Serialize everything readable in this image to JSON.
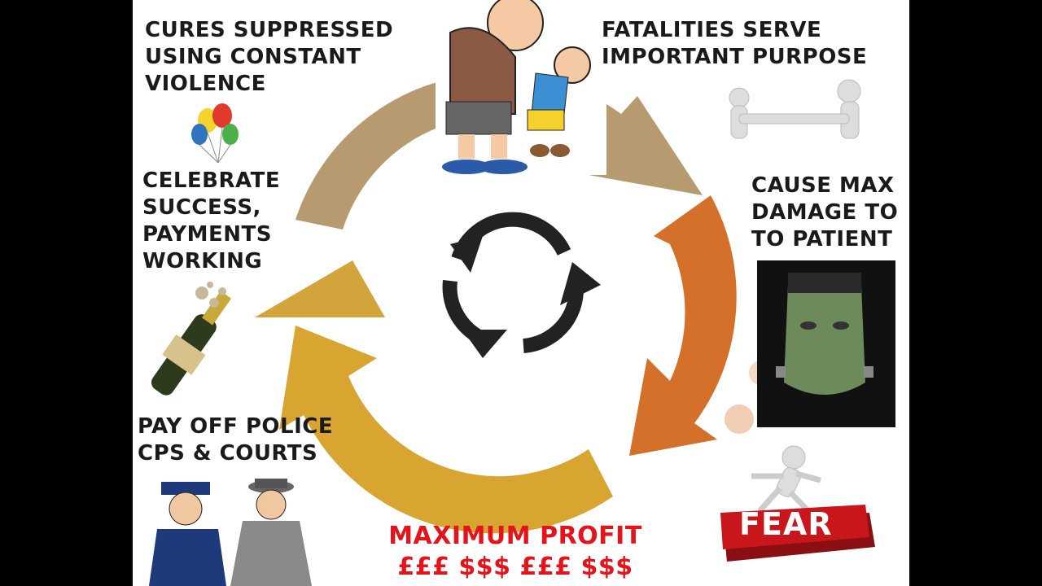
{
  "labels": {
    "cures": "CURES SUPPRESSED\nUSING CONSTANT\nVIOLENCE",
    "fatalities": "FATALITIES SERVE\nIMPORTANT PURPOSE",
    "damage": "CAUSE MAX\nDAMAGE TO\nTO PATIENT",
    "celebrate": "CELEBRATE\nSUCCESS,\nPAYMENTS\nWORKING",
    "payoff": "PAY OFF POLICE\nCPS & COURTS",
    "profit": "MAXIMUM PROFIT",
    "money": "£££ $$$ £££ $$$"
  },
  "fear_sign": "FEAR",
  "colors": {
    "arrow_top": "#b79a6f",
    "arrow_right": "#d4702a",
    "arrow_bottom": "#d8a531",
    "arrow_left": "#d4a43c",
    "profit_text": "#e3141b",
    "cycle_icon": "#222222"
  },
  "icons": [
    "bully-cartoon",
    "stretcher-figures",
    "balloons",
    "frankenstein-face",
    "champagne-bottle",
    "running-figure",
    "fear-sign",
    "policeman",
    "gangster",
    "cycle-arrows"
  ]
}
